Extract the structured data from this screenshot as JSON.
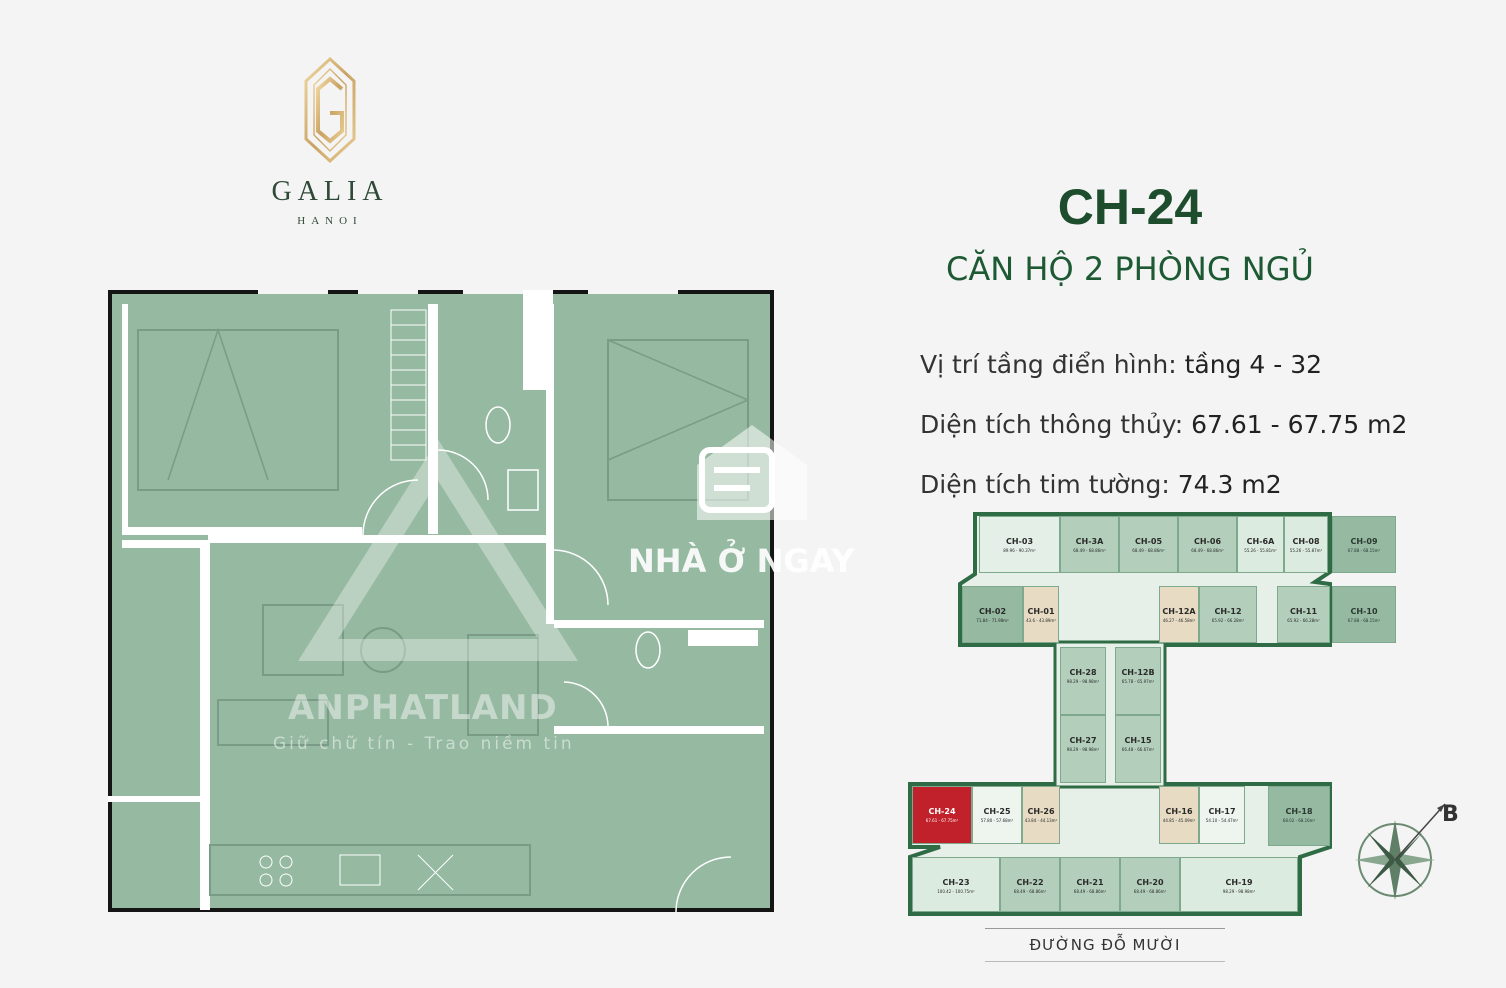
{
  "header": {
    "brand": "GALIA",
    "city": "HANOI"
  },
  "title": {
    "code": "CH-24",
    "type": "CĂN HỘ 2 PHÒNG NGỦ"
  },
  "info": [
    {
      "label": "Vị trí tầng điển hình:",
      "value": "tầng 4 - 32"
    },
    {
      "label": "Diện tích thông thủy:",
      "value": "67.61 - 67.75 m2"
    },
    {
      "label": "Diện tích tim tường:",
      "value": "74.3 m2"
    }
  ],
  "keyplan": {
    "units": [
      {
        "code": "CH-03",
        "area": "89.96 - 90.37m²"
      },
      {
        "code": "CH-3A",
        "area": "68.49 - 68.86m²"
      },
      {
        "code": "CH-05",
        "area": "68.49 - 68.86m²"
      },
      {
        "code": "CH-06",
        "area": "68.49 - 68.86m²"
      },
      {
        "code": "CH-6A",
        "area": "55.26 - 55.81m²"
      },
      {
        "code": "CH-08",
        "area": "55.26 - 55.87m²"
      },
      {
        "code": "CH-09",
        "area": "67.88 - 68.15m²"
      },
      {
        "code": "CH-02",
        "area": "71.84 - 71.98m²"
      },
      {
        "code": "CH-01",
        "area": "43.6 - 43.89m²"
      },
      {
        "code": "CH-12A",
        "area": "46.27 - 46.58m²"
      },
      {
        "code": "CH-12",
        "area": "65.92 - 66.28m²"
      },
      {
        "code": "CH-11",
        "area": "65.92 - 66.28m²"
      },
      {
        "code": "CH-10",
        "area": "67.88 - 68.15m²"
      },
      {
        "code": "CH-28",
        "area": "98.29 - 98.98m²"
      },
      {
        "code": "CH-12B",
        "area": "65.78 - 65.97m²"
      },
      {
        "code": "CH-27",
        "area": "98.29 - 98.98m²"
      },
      {
        "code": "CH-15",
        "area": "66.48 - 66.67m²"
      },
      {
        "code": "CH-24",
        "area": "67.61 - 67.75m²"
      },
      {
        "code": "CH-25",
        "area": "57.80 - 57.68m²"
      },
      {
        "code": "CH-26",
        "area": "43.84 - 44.13m²"
      },
      {
        "code": "CH-16",
        "area": "44.85 - 45.09m²"
      },
      {
        "code": "CH-17",
        "area": "54.10 - 54.47m²"
      },
      {
        "code": "CH-18",
        "area": "68.02 - 68.16m²"
      },
      {
        "code": "CH-23",
        "area": "100.42 - 100.75m²"
      },
      {
        "code": "CH-22",
        "area": "68.49 - 68.86m²"
      },
      {
        "code": "CH-21",
        "area": "68.49 - 68.86m²"
      },
      {
        "code": "CH-20",
        "area": "68.49 - 68.86m²"
      },
      {
        "code": "CH-19",
        "area": "98.29 - 98.98m²"
      }
    ],
    "street": "ĐƯỜNG  ĐỖ MƯỜI",
    "compass_label": "B"
  },
  "watermarks": {
    "brand": "ANPHATLAND",
    "slogan": "Giữ chữ tín  -  Trao niềm tin",
    "site": "NHÀ Ở NGAY"
  },
  "colors": {
    "accent_green": "#1d4d2c",
    "room_fill": "#95b9a1",
    "highlight": "#c1212a",
    "gold": "#d8b77a"
  }
}
